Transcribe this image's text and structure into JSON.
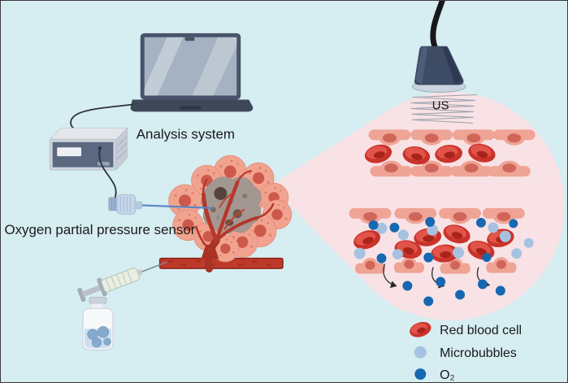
{
  "labels": {
    "analysis_system": "Analysis system",
    "oxygen_sensor": "Oxygen partial pressure sensor",
    "us": "US"
  },
  "legend": {
    "items": [
      {
        "id": "red-blood-cell",
        "label": "Red blood cell",
        "color": "#c9332a"
      },
      {
        "id": "microbubbles",
        "label": "Microbubbles",
        "color": "#a6c2e0"
      },
      {
        "id": "o2",
        "label": "O₂",
        "color": "#1668b0"
      }
    ]
  },
  "colors": {
    "background": "#d6edf1",
    "magnified_region": "#f8e2e5",
    "blood_vessel": "#bf392b",
    "endothelial_cell": "#efa495",
    "tumor_cell": "#f1a390",
    "necrotic_core": "#a39792",
    "red_blood_cell": "#c9332a",
    "microbubble": "#a6c2e0",
    "oxygen": "#1668b0"
  }
}
